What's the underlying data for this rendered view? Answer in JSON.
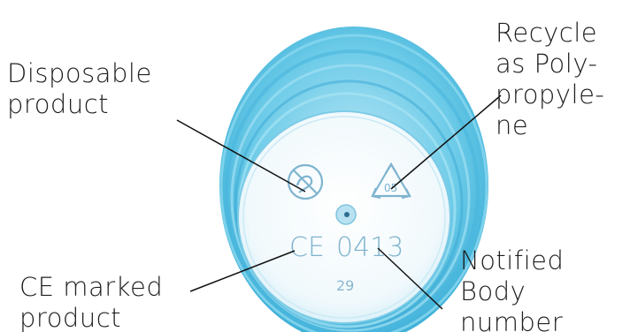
{
  "labels": {
    "disposable": [
      "Disposable",
      "product"
    ],
    "recycle": [
      "Recycle",
      "as Poly-",
      "propyle-",
      "ne"
    ],
    "ce_marked": [
      "CE marked",
      "product"
    ],
    "notified_body": [
      "Notified",
      "Body",
      "number"
    ]
  },
  "cup_markings": {
    "ce_mark": "CE",
    "notified_body_number": "0413",
    "mold_number": "29",
    "recycling_code": "05"
  },
  "colors": {
    "cup_blue": "#5fc3e4",
    "cup_base": "#eef8fc",
    "marking_blue": "#7fb4cf",
    "leader_line": "#111111"
  }
}
